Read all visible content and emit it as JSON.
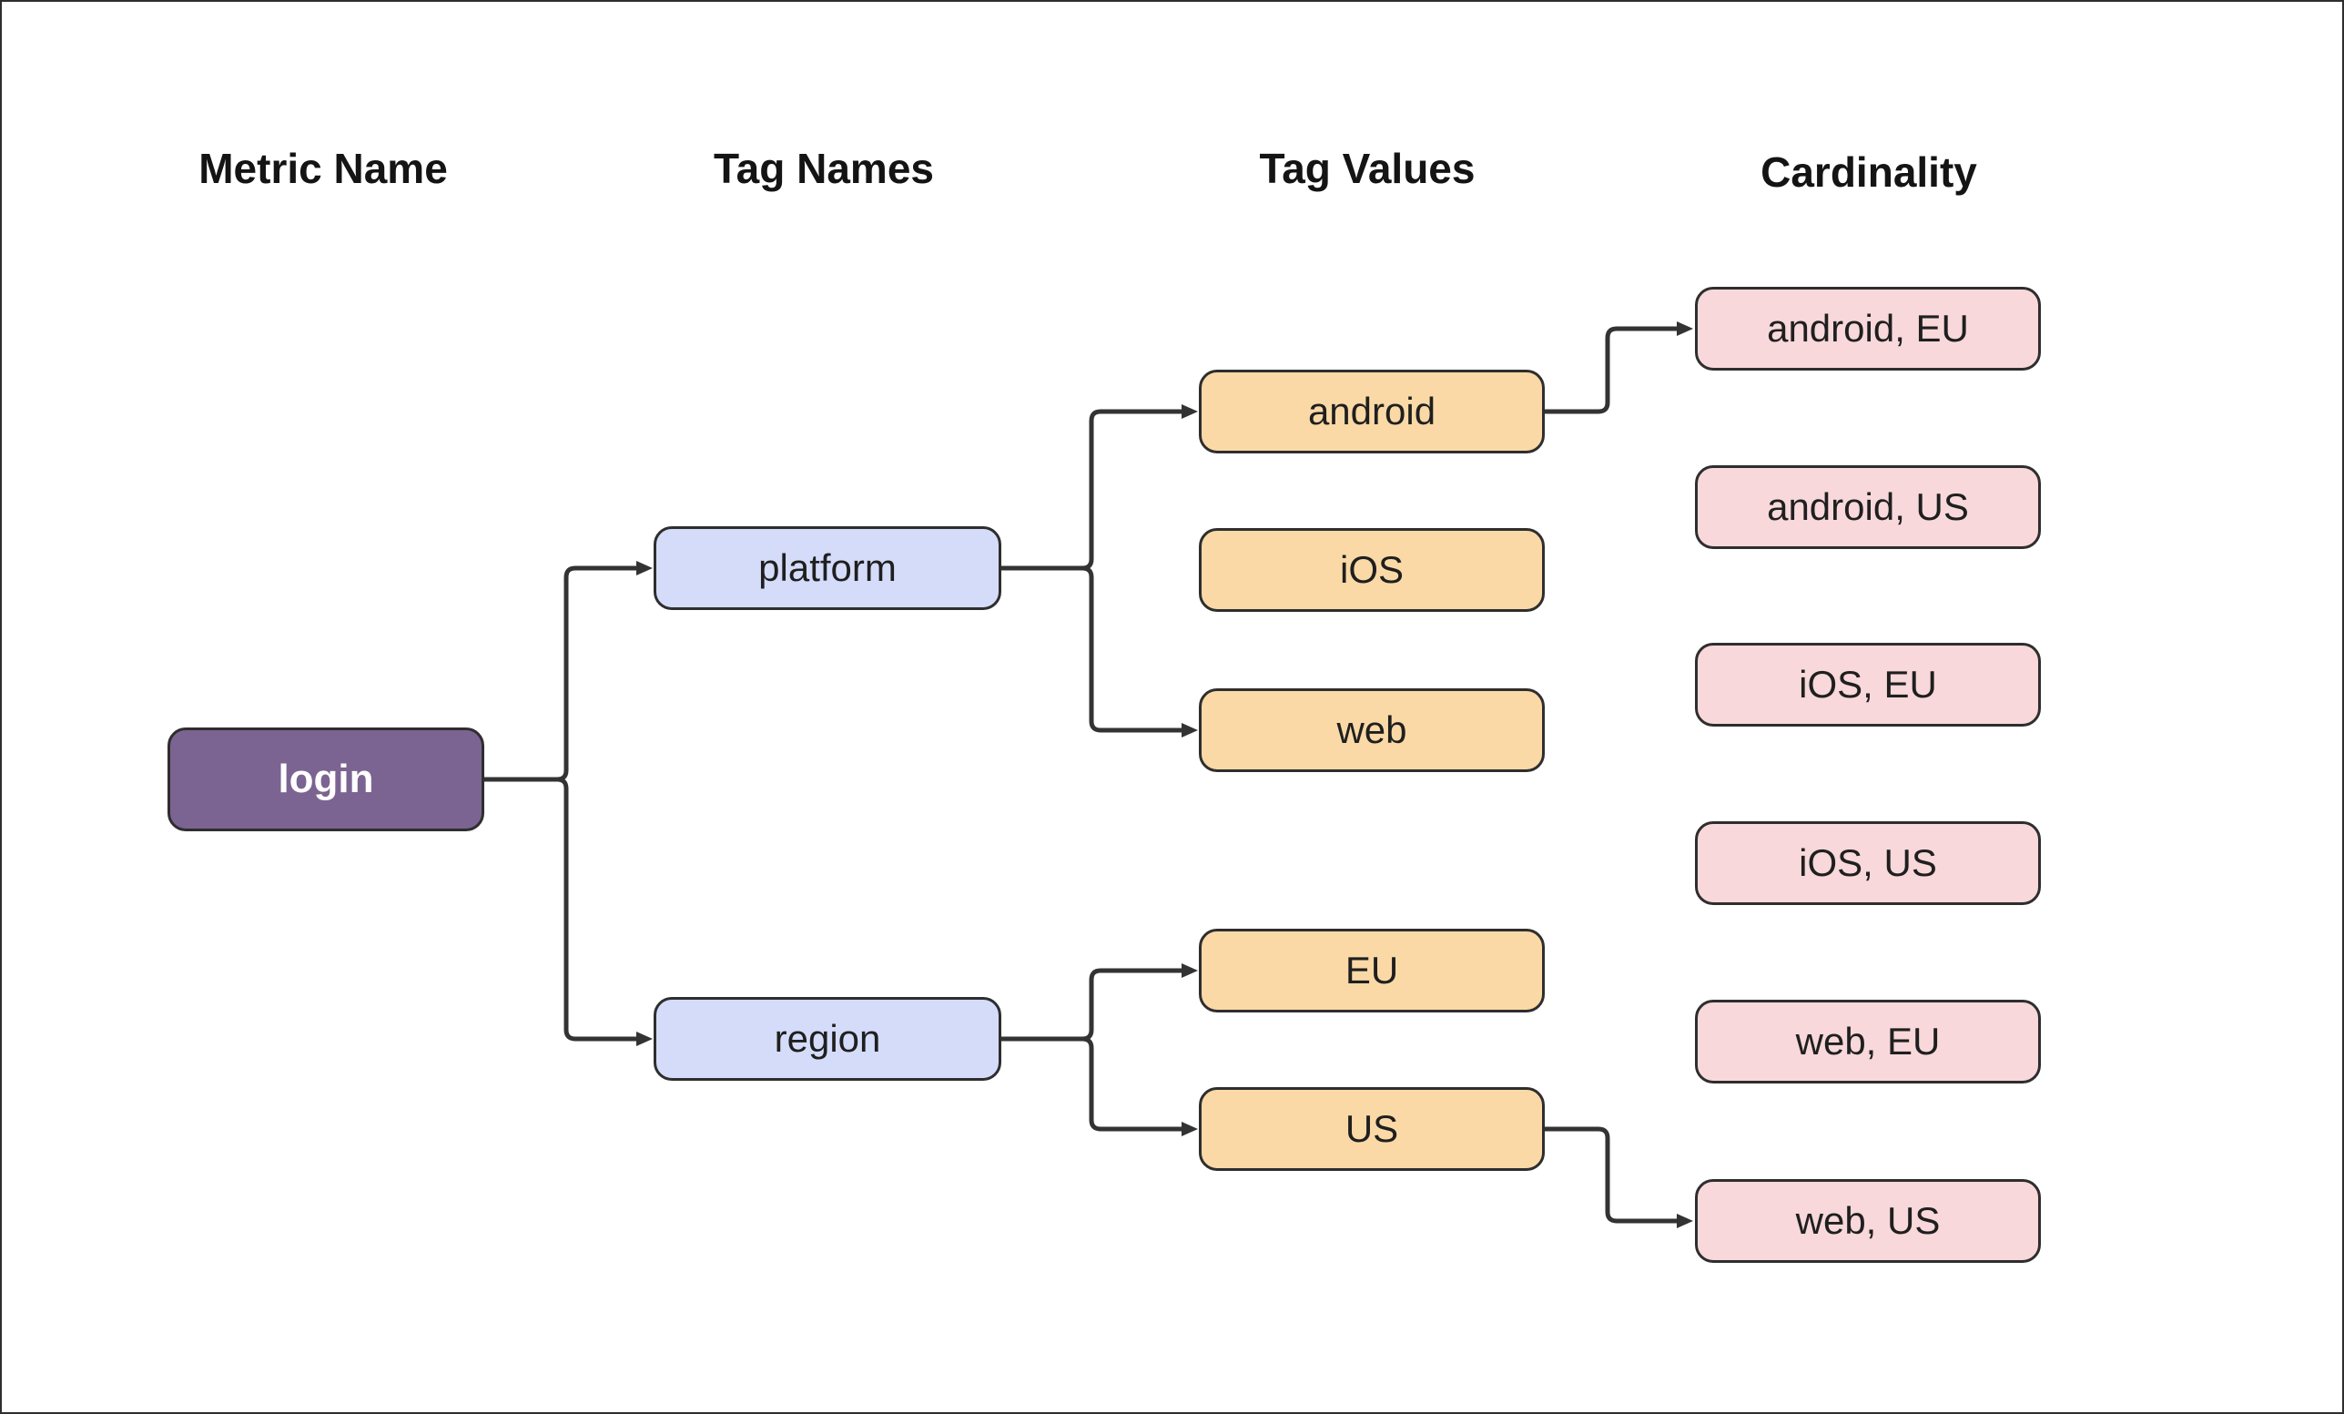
{
  "colors": {
    "background": "#ffffff",
    "frame-border": "#2e2e2e",
    "edge": "#333333",
    "node-border": "#2e2e2e",
    "metric-fill": "#7b6491",
    "metric-text": "#ffffff",
    "tagname-fill": "#d5dcfa",
    "tagvalue-fill": "#fad9a6",
    "cardinality-fill": "#f8d8da",
    "node-text": "#1f1f1f",
    "header-text": "#141414"
  },
  "diagram": {
    "columns": [
      {
        "label": "Metric Name"
      },
      {
        "label": "Tag Names"
      },
      {
        "label": "Tag Values"
      },
      {
        "label": "Cardinality"
      }
    ],
    "nodes": {
      "login": {
        "label": "login",
        "column": "Metric Name"
      },
      "platform": {
        "label": "platform",
        "column": "Tag Names"
      },
      "region": {
        "label": "region",
        "column": "Tag Names"
      },
      "android": {
        "label": "android",
        "column": "Tag Values"
      },
      "ios": {
        "label": "iOS",
        "column": "Tag Values"
      },
      "web": {
        "label": "web",
        "column": "Tag Values"
      },
      "eu": {
        "label": "EU",
        "column": "Tag Values"
      },
      "us": {
        "label": "US",
        "column": "Tag Values"
      },
      "android_eu": {
        "label": "android, EU",
        "column": "Cardinality"
      },
      "android_us": {
        "label": "android, US",
        "column": "Cardinality"
      },
      "ios_eu": {
        "label": "iOS, EU",
        "column": "Cardinality"
      },
      "ios_us": {
        "label": "iOS, US",
        "column": "Cardinality"
      },
      "web_eu": {
        "label": "web, EU",
        "column": "Cardinality"
      },
      "web_us": {
        "label": "web, US",
        "column": "Cardinality"
      }
    },
    "edges": [
      {
        "from": "login",
        "to": "platform"
      },
      {
        "from": "login",
        "to": "region"
      },
      {
        "from": "platform",
        "to": "android"
      },
      {
        "from": "platform",
        "to": "web"
      },
      {
        "from": "region",
        "to": "EU"
      },
      {
        "from": "region",
        "to": "US"
      },
      {
        "from": "android",
        "to": "android, EU"
      },
      {
        "from": "US",
        "to": "web, US"
      }
    ]
  }
}
